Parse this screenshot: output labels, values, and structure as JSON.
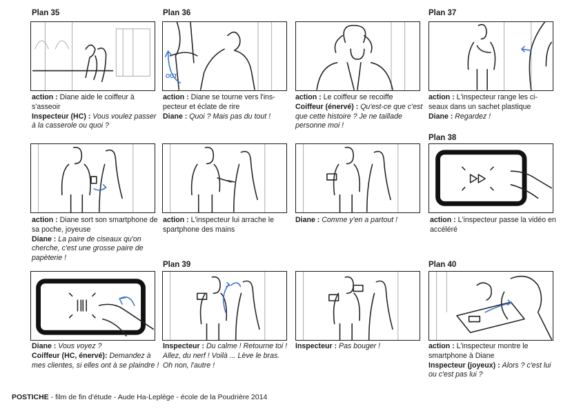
{
  "panels": [
    {
      "id": "p1",
      "plan": "Plan 35",
      "lines": [
        [
          {
            "k": "action : "
          },
          {
            "t": "Diane aide le coiffeur à s'asseoir"
          }
        ],
        [
          {
            "k": "Inspecteur (HC) : "
          },
          {
            "q": "Vous voulez passer à la casserole ou quoi ?"
          }
        ]
      ]
    },
    {
      "id": "p2",
      "plan": "Plan 36",
      "out": "OUT",
      "lines": [
        [
          {
            "k": "action : "
          },
          {
            "t": "Diane se tourne vers l'ins-pecteur et éclate de rire"
          }
        ],
        [
          {
            "k": "Diane : "
          },
          {
            "q": "Quoi ? Mais pas du tout !"
          }
        ]
      ]
    },
    {
      "id": "p3",
      "plan": "",
      "lines": [
        [
          {
            "k": "action : "
          },
          {
            "t": "Le coiffeur se recoiffe"
          }
        ],
        [
          {
            "k": "Coiffeur (énervé) : "
          },
          {
            "q": "Qu'est-ce que c'est que cette histoire ? Je ne taillade personne moi !"
          }
        ]
      ]
    },
    {
      "id": "p4",
      "plan": "Plan 37",
      "lines": [
        [
          {
            "k": "action : "
          },
          {
            "t": "L'inspecteur range les ci-seaux dans un sachet plastique"
          }
        ],
        [
          {
            "k": "Diane : "
          },
          {
            "q": "Regardez !"
          }
        ]
      ]
    },
    {
      "id": "p5",
      "plan": "",
      "lines": [
        [
          {
            "k": "action : "
          },
          {
            "t": "Diane sort son smartphone de sa poche, joyeuse"
          }
        ],
        [
          {
            "k": "Diane : "
          },
          {
            "q": "La paire de ciseaux qu'on cherche, c'est une grosse paire de papèterie !"
          }
        ]
      ]
    },
    {
      "id": "p6",
      "plan": "",
      "lines": [
        [
          {
            "k": "action : "
          },
          {
            "t": "L'inspecteur lui arrache le spartphone des mains"
          }
        ]
      ]
    },
    {
      "id": "p7",
      "plan": "",
      "lines": [
        [
          {
            "k": "Diane : "
          },
          {
            "q": "Comme y'en a partout !"
          }
        ]
      ]
    },
    {
      "id": "p8",
      "plan": "Plan 38",
      "lines": [
        [
          {
            "k": "action : "
          },
          {
            "t": "L'inspecteur passe la vidéo en accéléré"
          }
        ]
      ]
    },
    {
      "id": "p9",
      "plan": "",
      "lines": [
        [
          {
            "k": "Diane : "
          },
          {
            "q": "Vous voyez ?"
          }
        ],
        [
          {
            "k": "Coiffeur (HC, énervé): "
          },
          {
            "q": "Demandez à mes clientes, si elles ont à se plaindre !"
          }
        ]
      ]
    },
    {
      "id": "p10",
      "plan": "Plan 39",
      "lines": [
        [
          {
            "k": "Inspecteur : "
          },
          {
            "q": "Du calme ! Retourne toi ! Allez, du nerf ! Voilà ... Lève le bras. Oh non, l'autre !"
          }
        ]
      ]
    },
    {
      "id": "p11",
      "plan": "",
      "lines": [
        [
          {
            "k": "Inspecteur : "
          },
          {
            "q": "Pas bouger !"
          }
        ]
      ]
    },
    {
      "id": "p12",
      "plan": "Plan 40",
      "lines": [
        [
          {
            "k": "action : "
          },
          {
            "t": "L'inspecteur montre le smartphone à Diane"
          }
        ],
        [
          {
            "k": "Inspecteur (joyeux) : "
          },
          {
            "q": "Alors ? c'est lui ou c'est pas lui ?"
          }
        ]
      ]
    }
  ],
  "footer": {
    "title": "POSTICHE",
    "rest": " - film de fin d'étude - Aude Ha-Leplège - école de la Poudrière 2014"
  },
  "colors": {
    "ink": "#1a1a1a",
    "accent_blue": "#3a72c8"
  }
}
